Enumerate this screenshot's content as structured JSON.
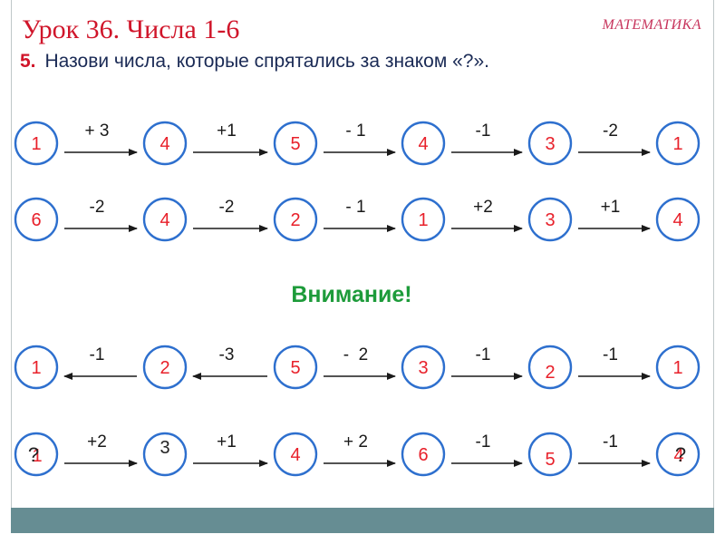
{
  "title": "Урок 36. Числа 1-6",
  "subject": "МАТЕМАТИКА",
  "task": {
    "number": "5.",
    "text": "Назови числа, которые спрятались за знаком «?»."
  },
  "attention": "Внимание!",
  "colors": {
    "circle_stroke": "#2d6fce",
    "number": "#e8202a",
    "dark_number": "#222222",
    "op_text": "#1a1a1a",
    "bottom_bar": "#668d93"
  },
  "rows": [
    {
      "direction": "right",
      "circles": [
        [
          "1"
        ],
        [
          "4"
        ],
        [
          "5"
        ],
        [
          "4"
        ],
        [
          "3"
        ],
        [
          "1"
        ]
      ],
      "operations": [
        "+ 3",
        "+1",
        "- 1",
        "-1",
        "-2"
      ]
    },
    {
      "direction": "right",
      "circles": [
        [
          "6"
        ],
        [
          "4"
        ],
        [
          "2"
        ],
        [
          "1"
        ],
        [
          "3"
        ],
        [
          "4"
        ]
      ],
      "operations": [
        "-2",
        "-2",
        "- 1",
        "+2",
        "+1"
      ]
    },
    {
      "direction": "mixed",
      "arrows": [
        "left",
        "left",
        "right",
        "right",
        "right"
      ],
      "circles": [
        [
          "1"
        ],
        [
          "2"
        ],
        [
          "5"
        ],
        [
          "3"
        ],
        [
          "2"
        ],
        [
          "1"
        ]
      ],
      "operations": [
        "-1",
        "-3",
        "-  2",
        "-1",
        "-1"
      ]
    },
    {
      "direction": "right",
      "circles": [
        [
          "1",
          "?"
        ],
        [
          "3"
        ],
        [
          "4"
        ],
        [
          "6"
        ],
        [
          "5"
        ],
        [
          "4",
          "?"
        ]
      ],
      "operations": [
        "+2",
        "+1",
        "+ 2",
        "-1",
        "-1"
      ]
    }
  ]
}
